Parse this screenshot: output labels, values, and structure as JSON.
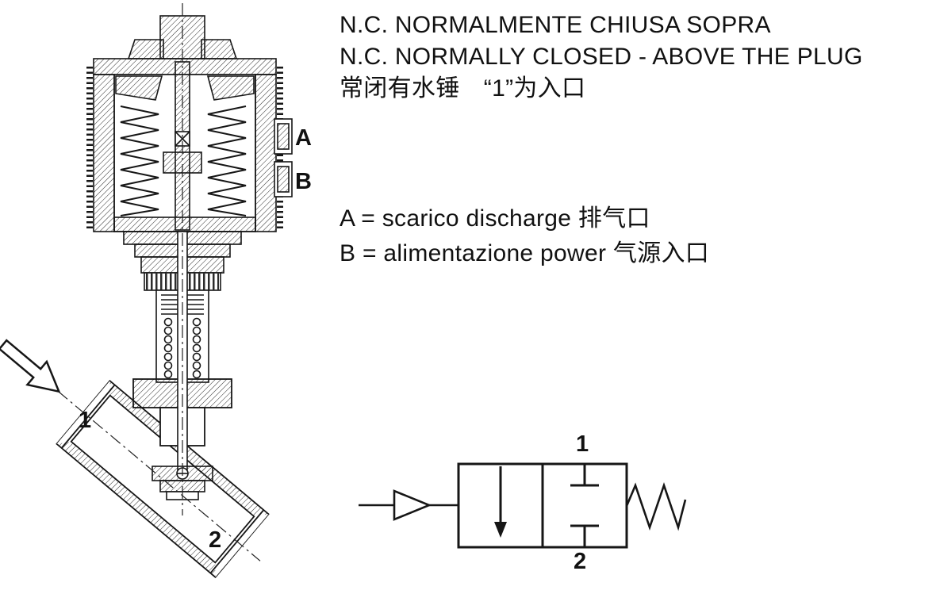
{
  "title_block": {
    "line1": "N.C. NORMALMENTE CHIUSA SOPRA",
    "line2": "N.C. NORMALLY CLOSED - ABOVE THE PLUG",
    "line3": "常闭有水锤　“1”为入口"
  },
  "legend": {
    "line_a": "A = scarico discharge 排气口",
    "line_b": "B = alimentazione power 气源入口"
  },
  "valve_drawing": {
    "port_a_label": "A",
    "port_b_label": "B",
    "inlet_port_label": "1",
    "outlet_port_label": "2"
  },
  "pneumatic_symbol": {
    "top_port_label": "1",
    "bottom_port_label": "2"
  },
  "colors": {
    "line": "#161616",
    "background": "#ffffff"
  }
}
